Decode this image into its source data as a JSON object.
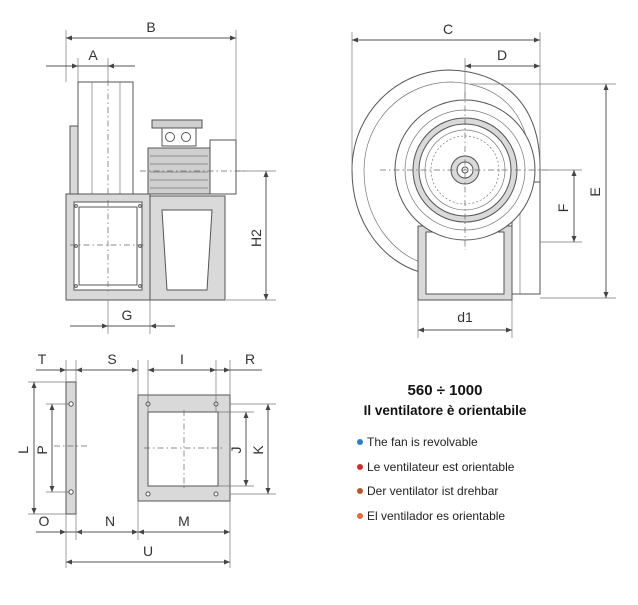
{
  "dimension_labels": {
    "A": "A",
    "B": "B",
    "C": "C",
    "D": "D",
    "E": "E",
    "F": "F",
    "G": "G",
    "H2": "H2",
    "d1": "d1",
    "T": "T",
    "S": "S",
    "I": "I",
    "R": "R",
    "L": "L",
    "P": "P",
    "J": "J",
    "K": "K",
    "O": "O",
    "N": "N",
    "M": "M",
    "U": "U"
  },
  "legend": {
    "title": "560 ÷ 1000",
    "subtitle": "Il ventilatore è orientabile",
    "items": [
      {
        "text": "The fan is revolvable",
        "color": "#2a7fd4"
      },
      {
        "text": "Le ventilateur est orientable",
        "color": "#d42a2a"
      },
      {
        "text": "Der ventilator ist drehbar",
        "color": "#b8572a"
      },
      {
        "text": "El ventilador es orientable",
        "color": "#ee6633"
      }
    ]
  }
}
